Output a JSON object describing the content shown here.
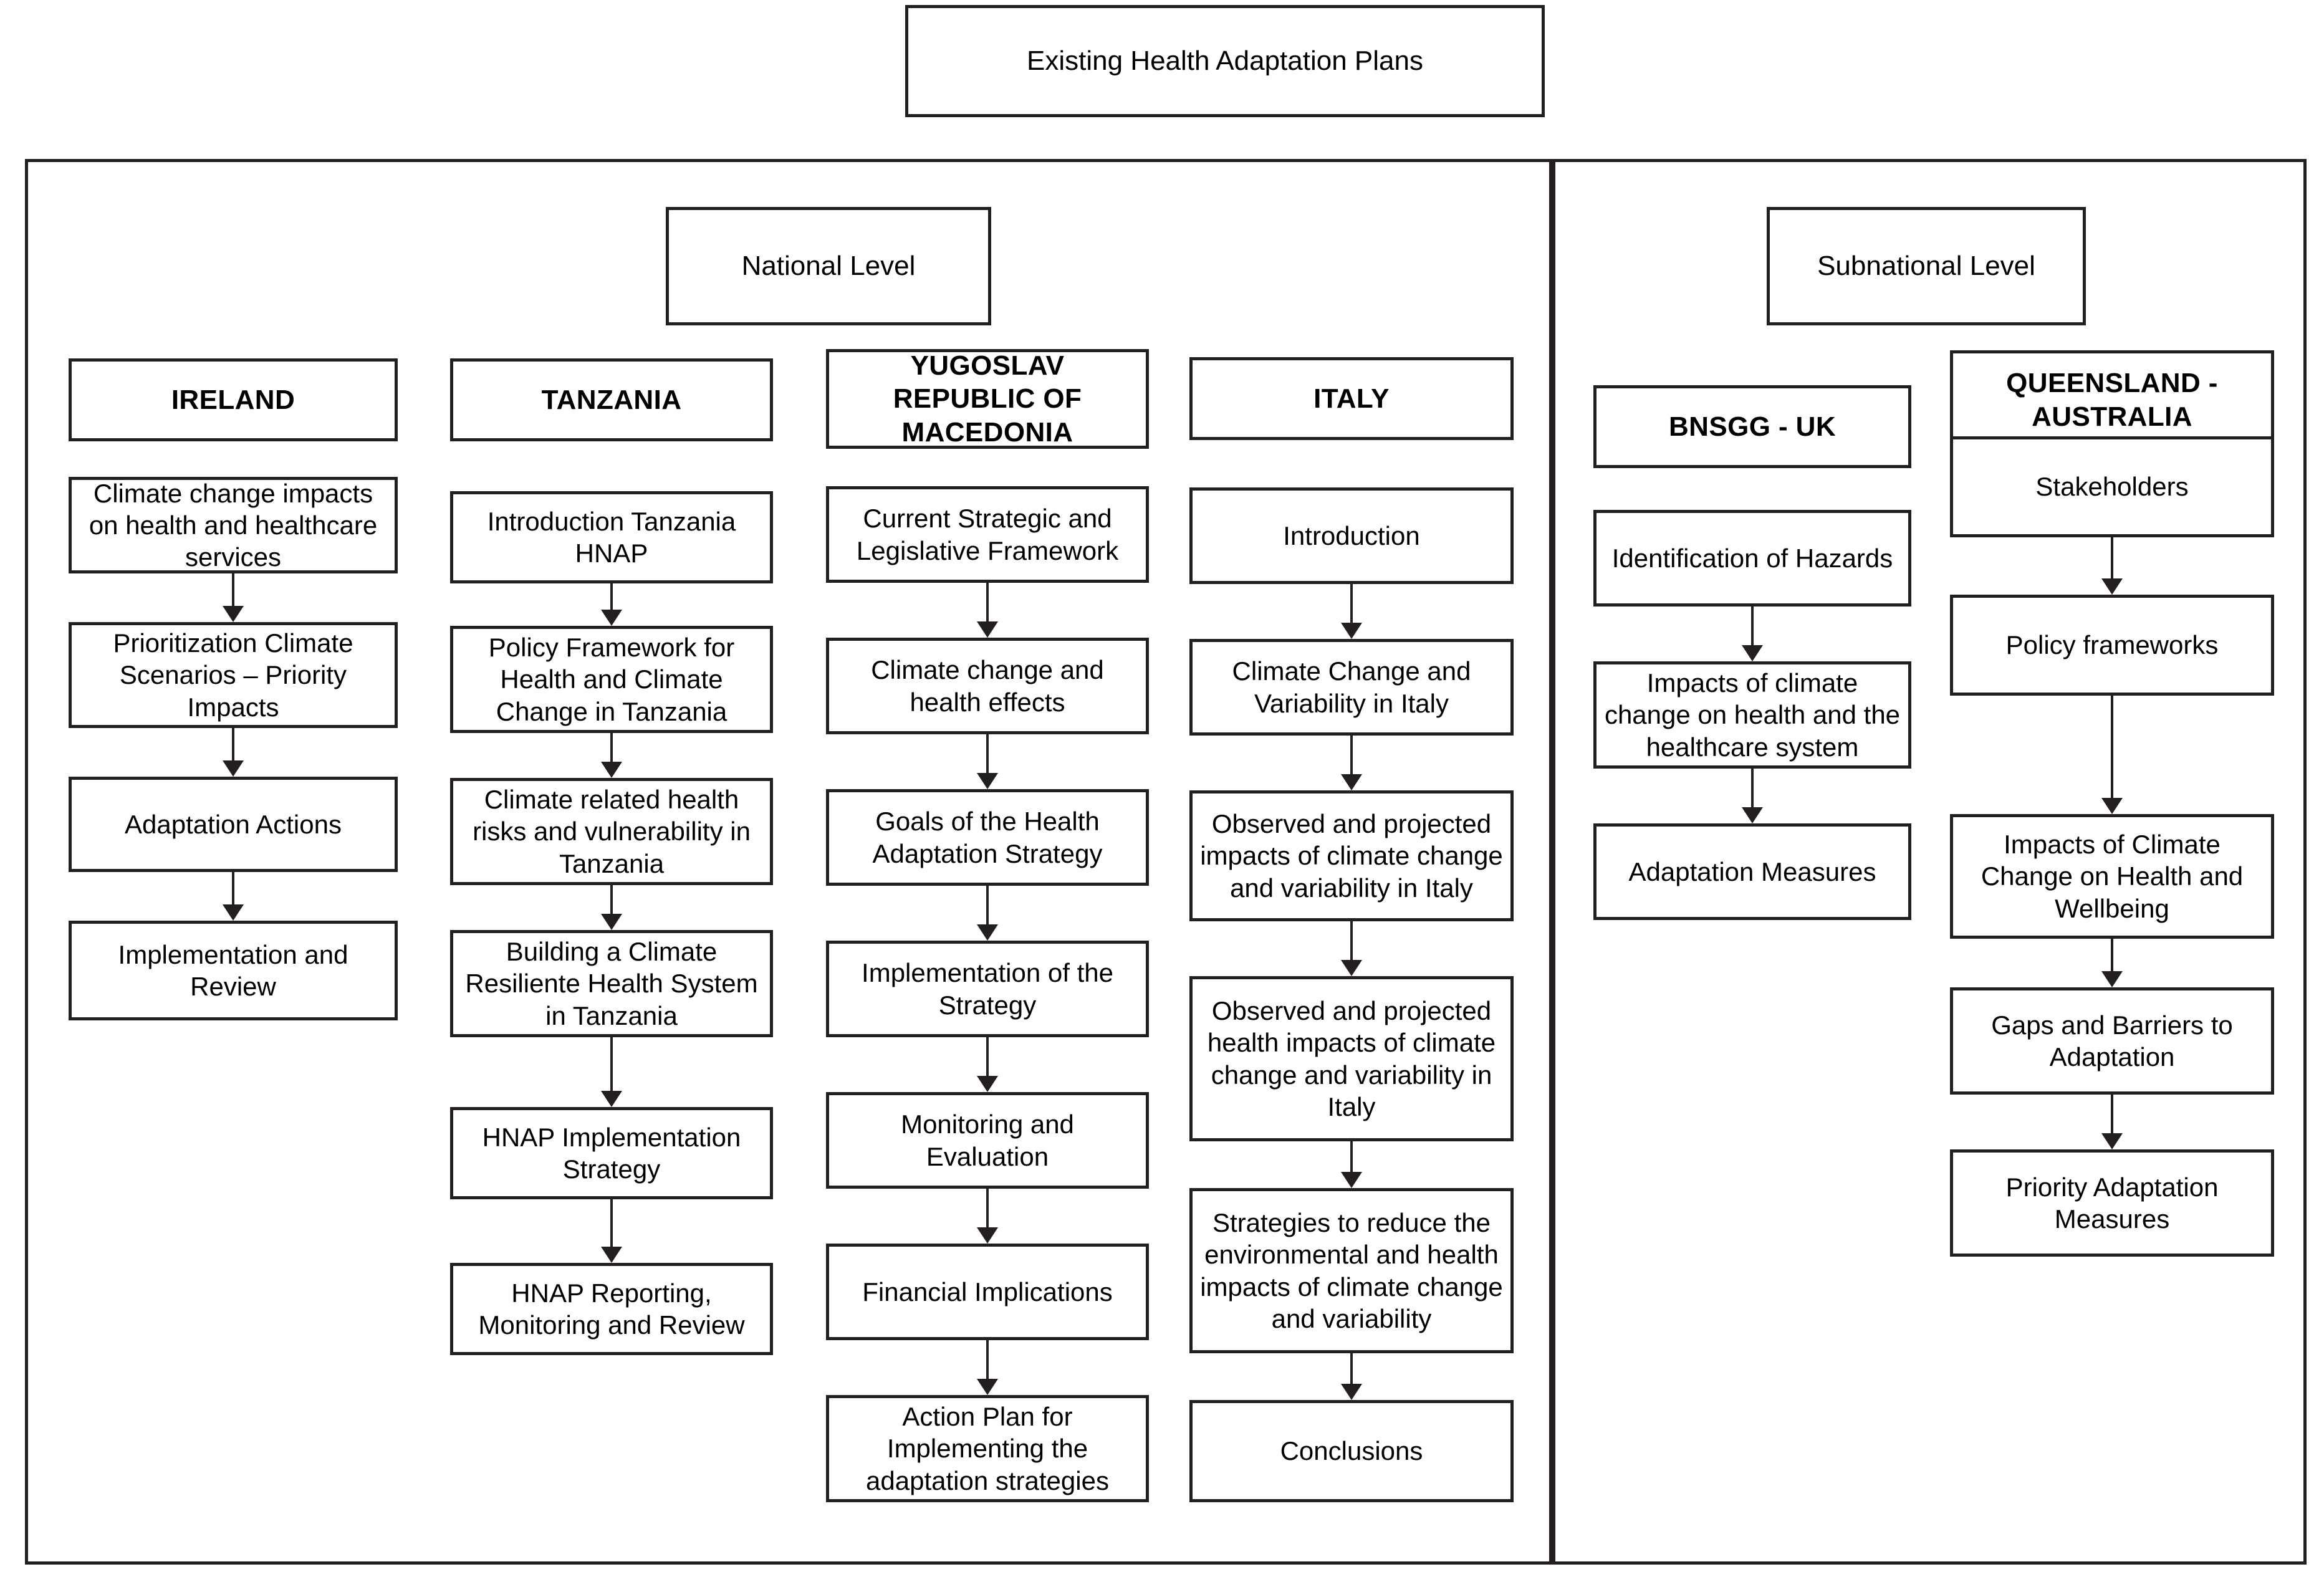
{
  "diagram": {
    "title": "Existing Health Adaptation Plans",
    "levels": {
      "national": "National Level",
      "subnational": "Subnational Level"
    },
    "columns": [
      {
        "id": "ireland",
        "header": "IRELAND",
        "level": "national",
        "steps": [
          "Climate change impacts on health and healthcare services",
          "Prioritization Climate Scenarios – Priority Impacts",
          "Adaptation Actions",
          "Implementation and Review"
        ]
      },
      {
        "id": "tanzania",
        "header": "TANZANIA",
        "level": "national",
        "steps": [
          "Introduction Tanzania HNAP",
          "Policy Framework for Health and Climate Change in Tanzania",
          "Climate related health risks and vulnerability in Tanzania",
          "Building a Climate Resiliente Health System in Tanzania",
          "HNAP Implementation Strategy",
          "HNAP Reporting, Monitoring and Review"
        ]
      },
      {
        "id": "macedonia",
        "header": "YUGOSLAV REPUBLIC OF MACEDONIA",
        "level": "national",
        "steps": [
          "Current Strategic and Legislative Framework",
          "Climate change and health effects",
          "Goals of the Health Adaptation Strategy",
          "Implementation of the Strategy",
          "Monitoring and Evaluation",
          "Financial Implications",
          "Action Plan for Implementing the adaptation strategies"
        ]
      },
      {
        "id": "italy",
        "header": "ITALY",
        "level": "national",
        "steps": [
          "Introduction",
          "Climate Change and Variability in Italy",
          "Observed and projected impacts of climate change and variability in Italy",
          "Observed and projected health impacts of climate change and variability in Italy",
          "Strategies to reduce the environmental and health impacts of climate change and variability",
          "Conclusions"
        ]
      },
      {
        "id": "bnsgg-uk",
        "header": "BNSGG - UK",
        "level": "subnational",
        "steps": [
          "Identification of Hazards",
          "Impacts of climate change on health and the healthcare system",
          "Adaptation Measures"
        ]
      },
      {
        "id": "queensland-australia",
        "header": "QUEENSLAND - AUSTRALIA",
        "level": "subnational",
        "steps": [
          "Stakeholders",
          "Policy frameworks",
          "Impacts of Climate Change on Health and Wellbeing",
          "Gaps and Barriers to Adaptation",
          "Priority Adaptation Measures"
        ]
      }
    ],
    "colors": {
      "stroke": "#231f20",
      "background": "#ffffff",
      "text": "#000000"
    }
  }
}
